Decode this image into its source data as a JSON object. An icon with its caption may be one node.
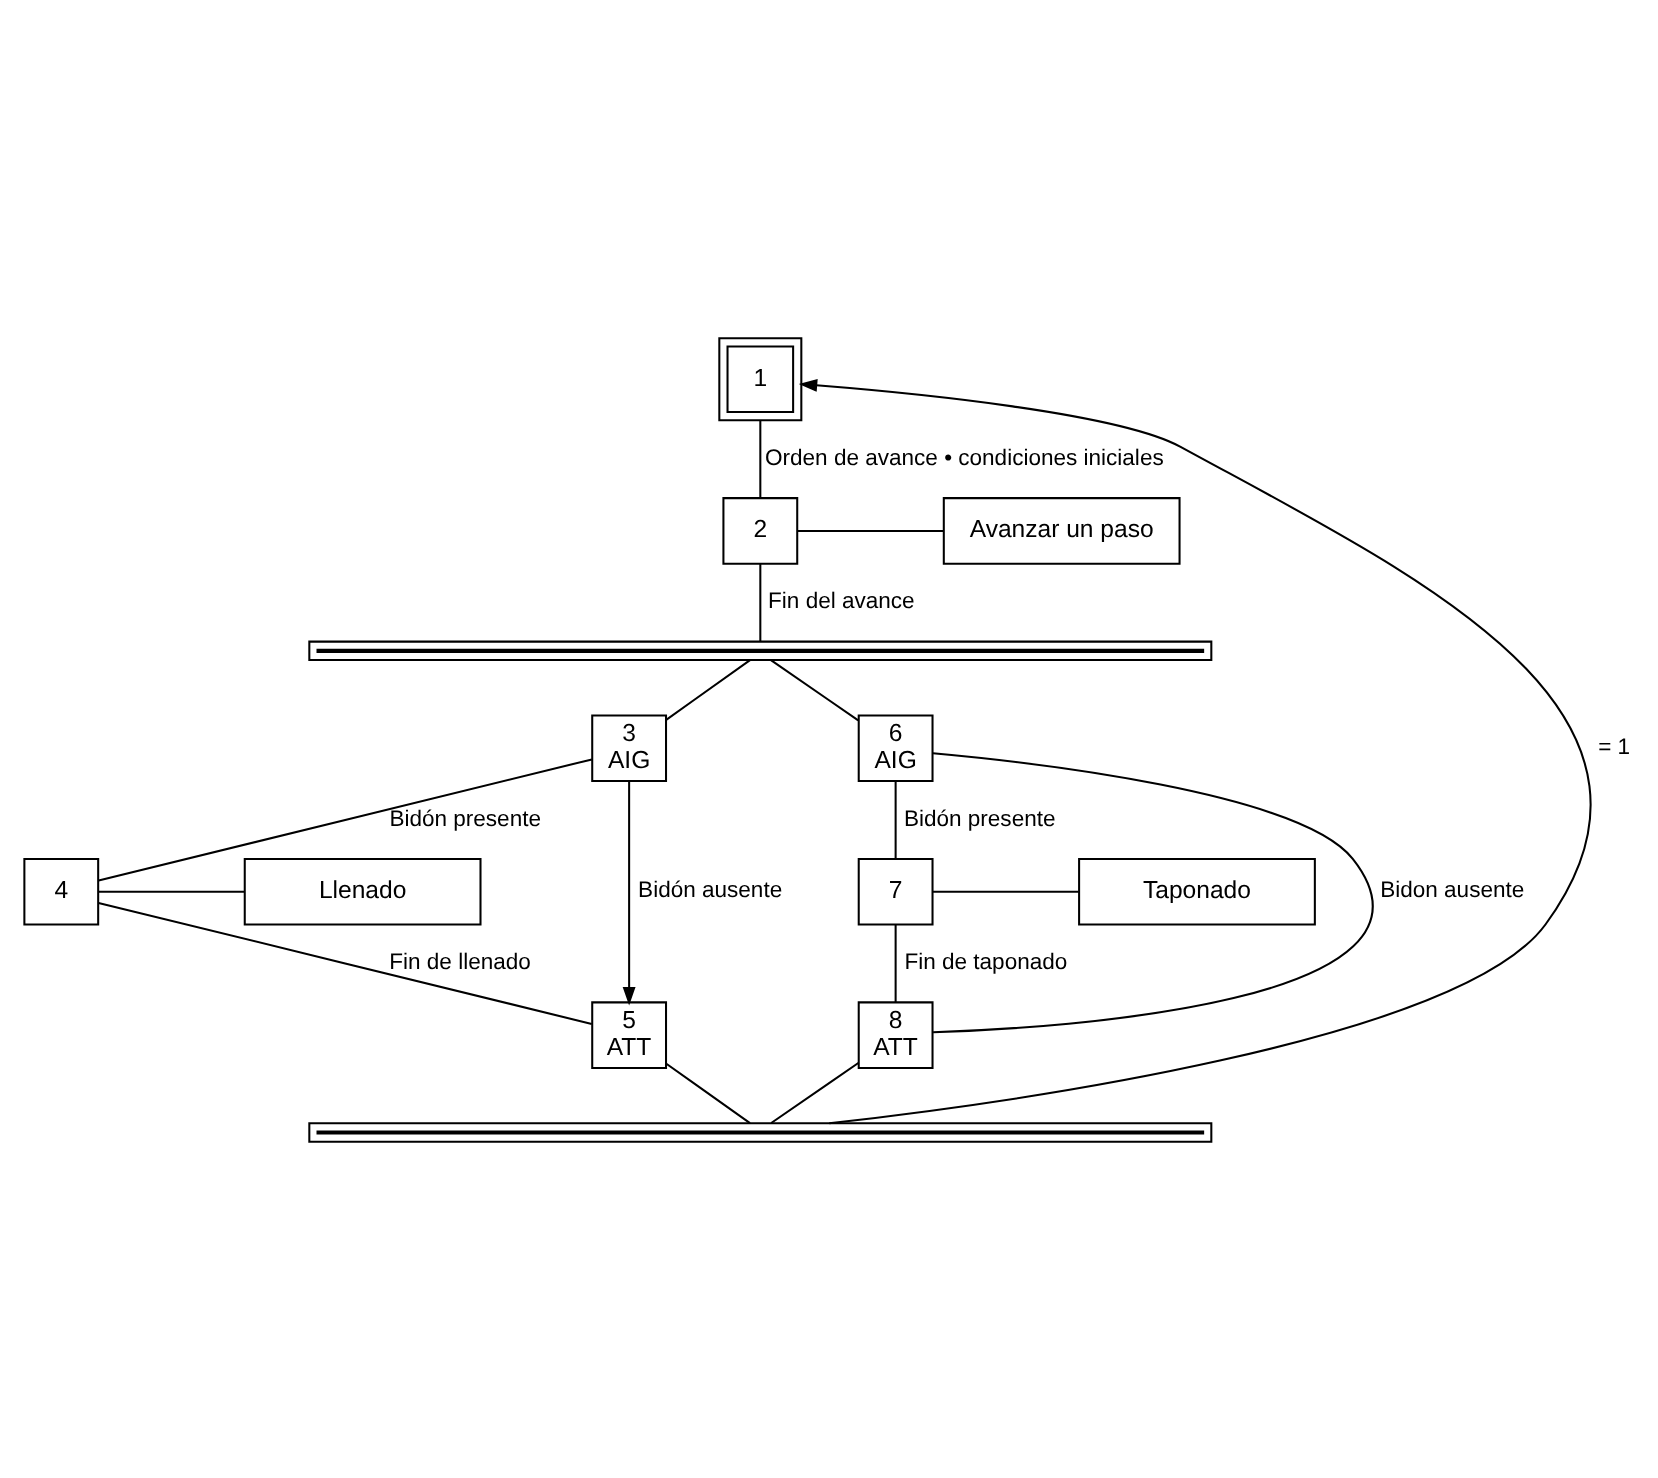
{
  "diagram": {
    "nodes": [
      {
        "text": [
          "1"
        ]
      },
      {
        "text": [
          "2"
        ]
      },
      {
        "text": [
          "Avanzar un paso"
        ]
      },
      {
        "text": [],
        "shape": "bar"
      },
      {
        "text": [
          "3",
          "AIG"
        ]
      },
      {
        "text": [
          "4"
        ]
      },
      {
        "text": [
          "Llenado"
        ]
      },
      {
        "text": [
          "5",
          "ATT"
        ]
      },
      {
        "text": [
          "6",
          "AIG"
        ]
      },
      {
        "text": [
          "7"
        ]
      },
      {
        "text": [
          "Taponado"
        ]
      },
      {
        "text": [
          "8",
          "ATT"
        ]
      },
      {
        "text": [],
        "shape": "bar"
      }
    ],
    "edges": [
      {
        "from": 0,
        "to": 1,
        "arrow": "none",
        "label": "Orden de avance • condiciones iniciales"
      },
      {
        "from": 1,
        "to": 2,
        "arrow": "none"
      },
      {
        "from": 1,
        "to": 3,
        "arrow": "none",
        "label": "Fin del avance"
      },
      {
        "from": 3,
        "to": 4,
        "arrow": "none"
      },
      {
        "from": 3,
        "to": 8,
        "arrow": "none"
      },
      {
        "from": 4,
        "to": 5,
        "arrow": "none",
        "label": "Bidón presente"
      },
      {
        "from": 5,
        "to": 6,
        "arrow": "none"
      },
      {
        "from": 5,
        "to": 7,
        "arrow": "none",
        "label": "Fin de llenado"
      },
      {
        "from": 4,
        "to": 7,
        "arrow": "to",
        "label": "Bidón ausente"
      },
      {
        "from": 8,
        "to": 9,
        "arrow": "none",
        "label": "Bidón presente"
      },
      {
        "from": 9,
        "to": 10,
        "arrow": "none"
      },
      {
        "from": 9,
        "to": 11,
        "arrow": "none",
        "label": "Fin de taponado"
      },
      {
        "from": 8,
        "to": 11,
        "arrow": "none",
        "label": "Bidon ausente"
      },
      {
        "from": 7,
        "to": 12,
        "arrow": "none"
      },
      {
        "from": 11,
        "to": 12,
        "arrow": "none"
      },
      {
        "from": 12,
        "to": 0,
        "arrow": "to",
        "label": "= 1"
      }
    ]
  }
}
